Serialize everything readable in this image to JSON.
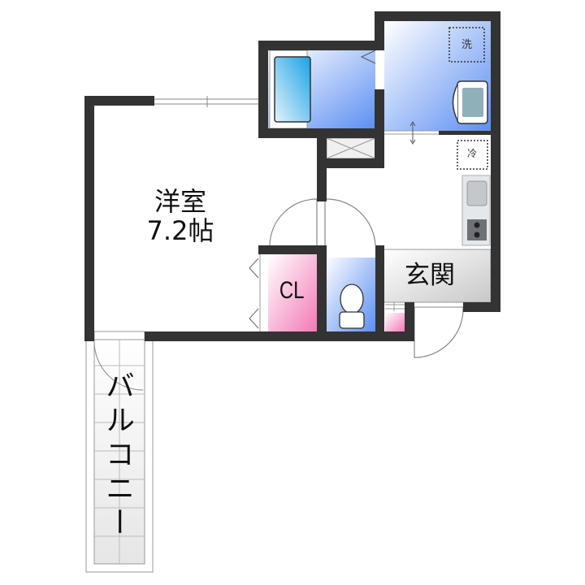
{
  "floorplan": {
    "rooms": {
      "western_room": {
        "name": "洋室",
        "size": "7.2帖"
      },
      "closet": {
        "label": "CL"
      },
      "entrance": {
        "label": "玄関"
      },
      "balcony": {
        "label": "バルコニー"
      }
    },
    "fixtures": {
      "washer": {
        "label": "洗"
      },
      "fridge": {
        "label": "冷"
      }
    },
    "colors": {
      "wall": "#333333",
      "bath_blue": "#6f9ef5",
      "closet_pink": "#f48fc0",
      "entrance_gray": "#d6d6d6"
    }
  }
}
